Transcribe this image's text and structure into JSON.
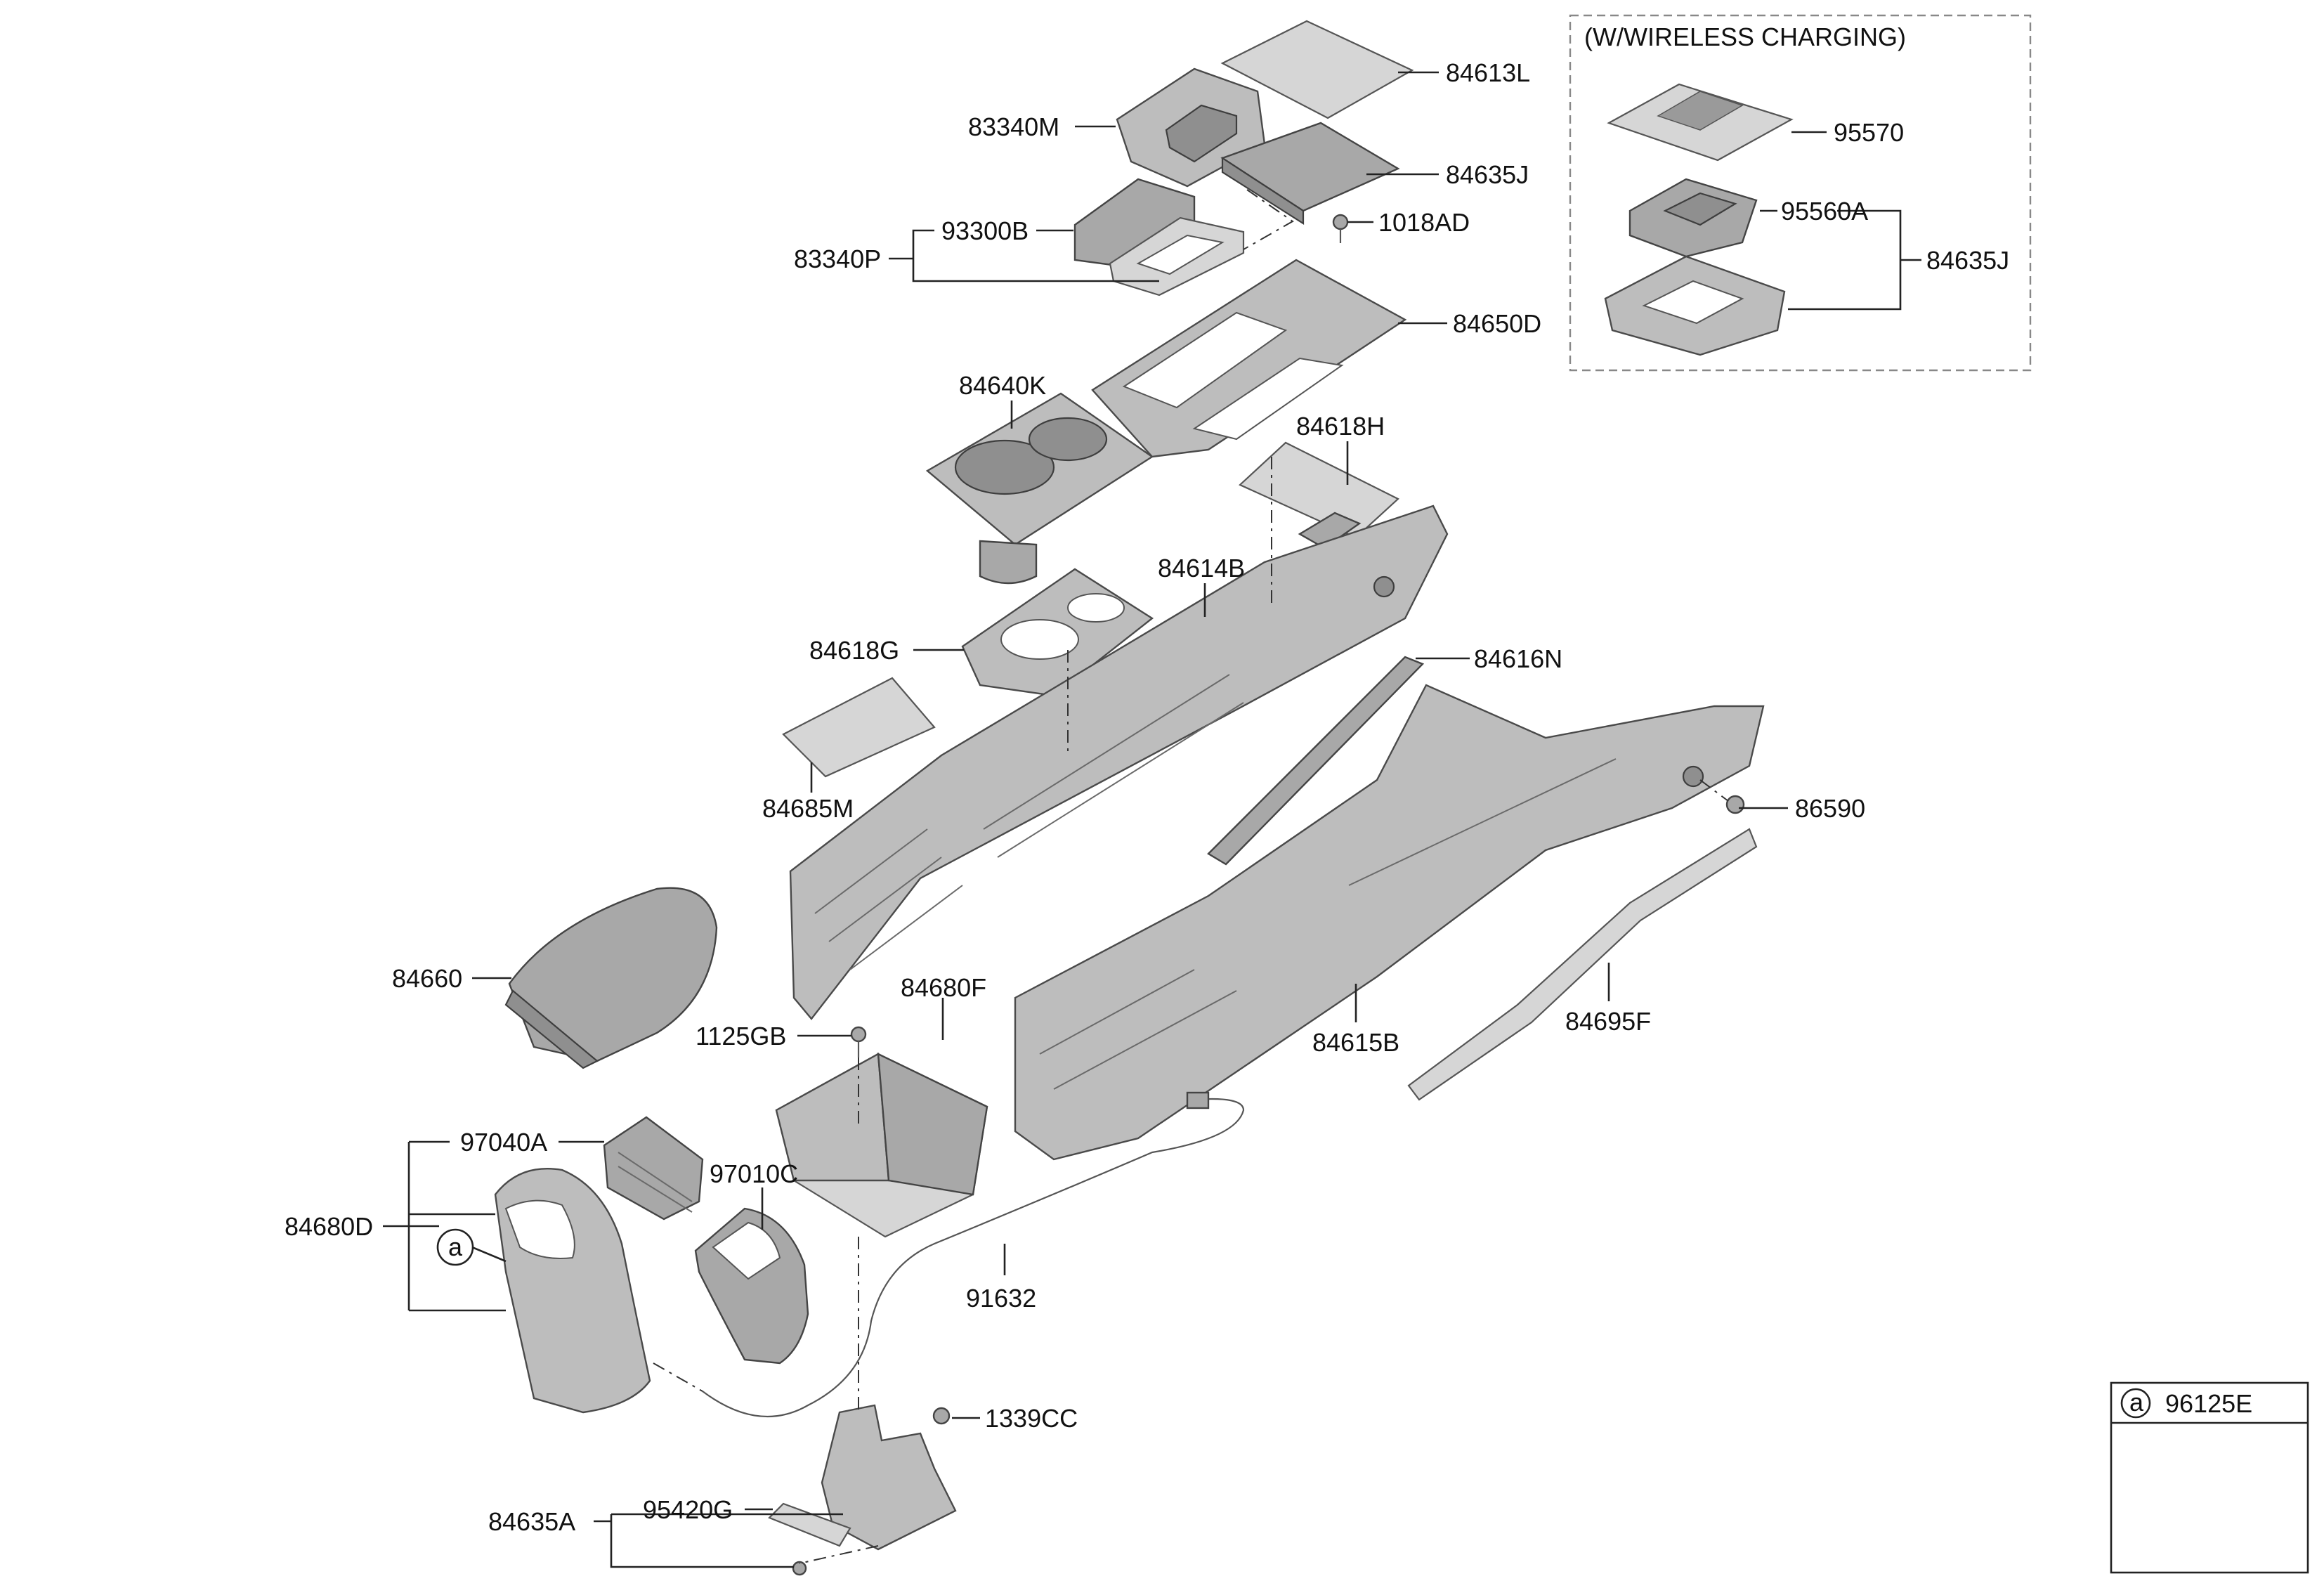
{
  "diagram": {
    "wireless_box_title": "(W/WIRELESS CHARGING)",
    "callout_symbol": "a",
    "labels": {
      "l84613L": "84613L",
      "l83340M": "83340M",
      "l84635J": "84635J",
      "l93300B": "93300B",
      "l1018AD": "1018AD",
      "l83340P": "83340P",
      "l84650D": "84650D",
      "l84640K": "84640K",
      "l84618H": "84618H",
      "l84614B": "84614B",
      "l84618G": "84618G",
      "l84616N": "84616N",
      "l84685M": "84685M",
      "l86590": "86590",
      "l84660": "84660",
      "l84680F": "84680F",
      "l1125GB": "1125GB",
      "l84615B": "84615B",
      "l84695F": "84695F",
      "l97040A": "97040A",
      "l97010C": "97010C",
      "l84680D": "84680D",
      "l91632": "91632",
      "l1339CC": "1339CC",
      "l84635A": "84635A",
      "l95420G": "95420G",
      "l95570": "95570",
      "l95560A": "95560A",
      "l84635J_box": "84635J",
      "l96125E": "96125E"
    }
  }
}
